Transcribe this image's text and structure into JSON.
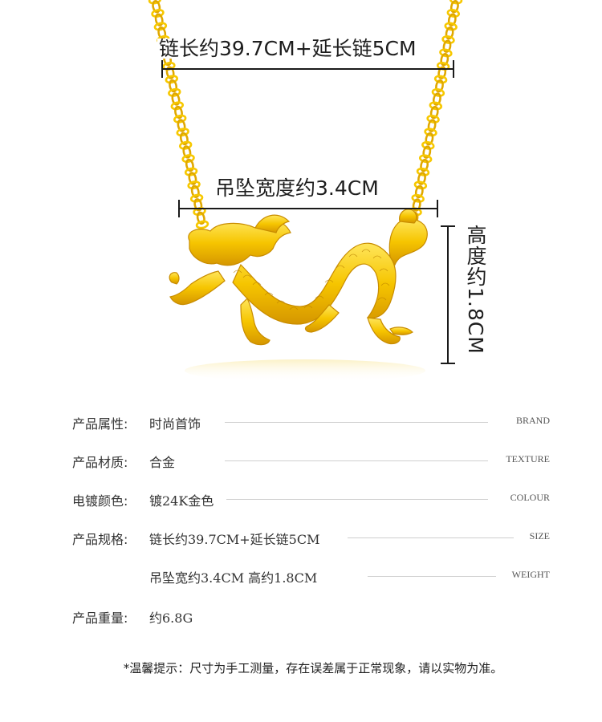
{
  "dimensions": {
    "chain_length": "链长约39.7CM+延长链5CM",
    "pendant_width": "吊坠宽度约3.4CM",
    "height": "高度约1.8CM"
  },
  "specs": [
    {
      "label": "产品属性:",
      "value": "时尚首饰",
      "en": "BRAND"
    },
    {
      "label": "产品材质:",
      "value": "合金",
      "en": "TEXTURE"
    },
    {
      "label": "电镀颜色:",
      "value": "镀24K金色",
      "en": "COLOUR"
    },
    {
      "label": "产品规格:",
      "value": "链长约39.7CM+延长链5CM",
      "en": "SIZE"
    },
    {
      "label": "",
      "value": "吊坠宽约3.4CM 高约1.8CM",
      "en": "WEIGHT"
    },
    {
      "label": "产品重量:",
      "value": "约6.8G",
      "en": ""
    }
  ],
  "notice": "*温馨提示：尺寸为手工测量，存在误差属于正常现象，请以实物为准。",
  "colors": {
    "gold": "#f5c400",
    "gold_dark": "#d99a00",
    "gold_light": "#ffe14a"
  }
}
